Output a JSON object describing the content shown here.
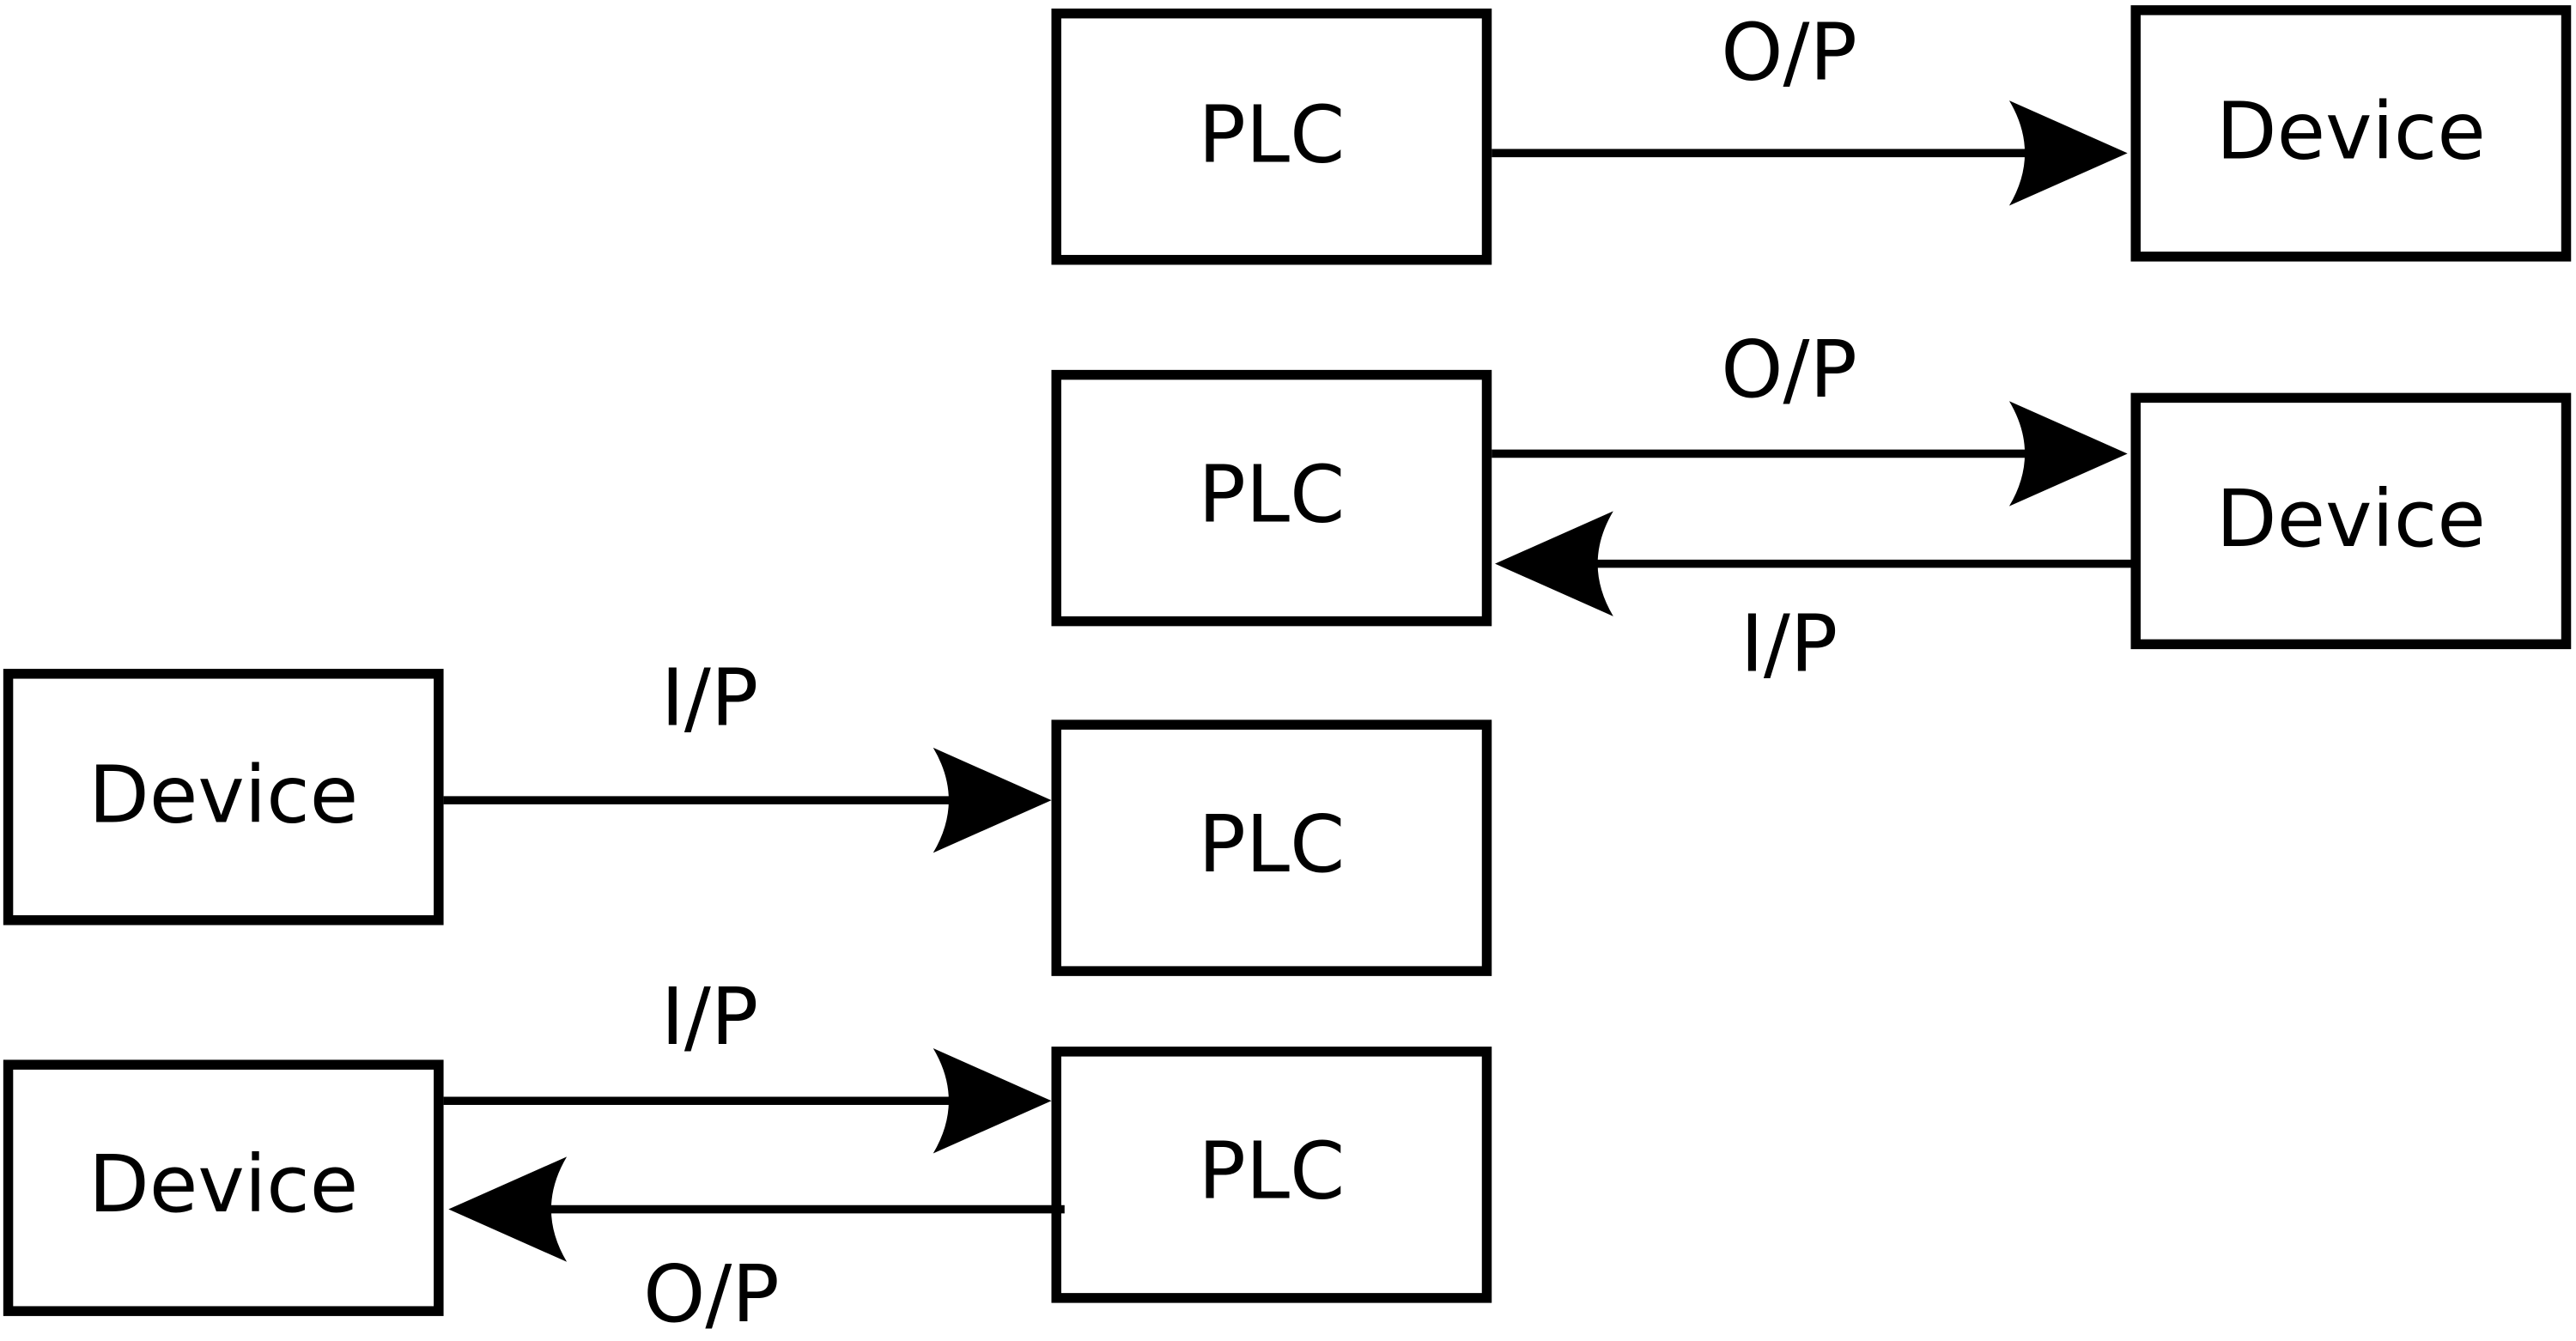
{
  "diagram": {
    "colors": {
      "stroke": "#000000",
      "background": "#ffffff"
    },
    "rows": [
      {
        "plc_label": "PLC",
        "device_label": "Device",
        "top_signal_label": "O/P",
        "bottom_signal_label": ""
      },
      {
        "plc_label": "PLC",
        "device_label": "Device",
        "top_signal_label": "O/P",
        "bottom_signal_label": "I/P"
      },
      {
        "plc_label": "PLC",
        "device_label": "Device",
        "top_signal_label": "I/P",
        "bottom_signal_label": ""
      },
      {
        "plc_label": "PLC",
        "device_label": "Device",
        "top_signal_label": "I/P",
        "bottom_signal_label": "O/P"
      }
    ]
  }
}
